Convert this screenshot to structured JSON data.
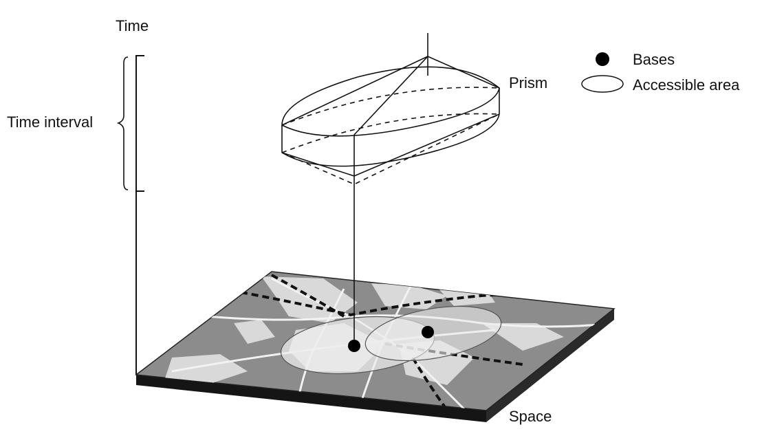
{
  "labels": {
    "time": "Time",
    "time_interval": "Time interval",
    "prism": "Prism",
    "space": "Space"
  },
  "legend": {
    "bases": "Bases",
    "accessible_area": "Accessible area"
  },
  "colors": {
    "ink": "#111111",
    "map_base": "#8c8c8c",
    "map_light": "#d9d9d9",
    "accessible_fill": "#ececec",
    "slab_edge": "#151515"
  }
}
